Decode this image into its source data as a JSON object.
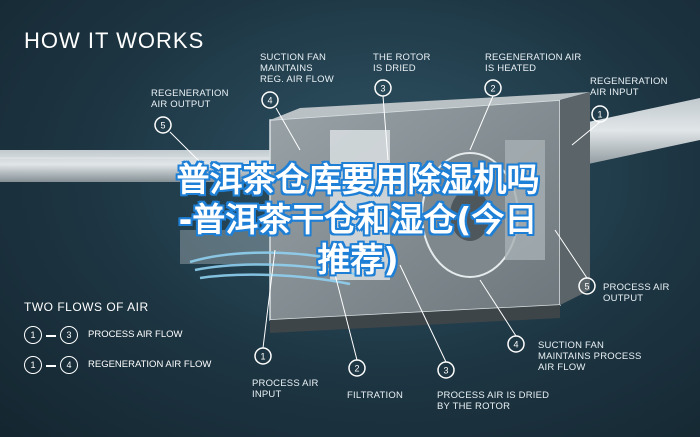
{
  "heading": "HOW IT WORKS",
  "flows_heading": "TWO FLOWS OF AIR",
  "legend": [
    {
      "from": "1",
      "to": "3",
      "label": "PROCESS AIR FLOW"
    },
    {
      "from": "1",
      "to": "4",
      "label": "REGENERATION AIR FLOW"
    }
  ],
  "top_labels": {
    "regen_output": {
      "number": "5",
      "text": "REGENERATION\nAIR OUTPUT"
    },
    "suction_regen": {
      "number": "4",
      "text": "SUCTION FAN\nMAINTAINS\nREG. AIR FLOW"
    },
    "rotor_dried": {
      "number": "3",
      "text": "THE ROTOR\nIS DRIED"
    },
    "regen_heated": {
      "number": "2",
      "text": "REGENERATION AIR\nIS HEATED"
    },
    "regen_input": {
      "number": "1",
      "text": "REGENERATION\nAIR INPUT"
    }
  },
  "bottom_labels": {
    "process_input": {
      "number": "1",
      "text": "PROCESS AIR\nINPUT"
    },
    "filtration": {
      "number": "2",
      "text": "FILTRATION"
    },
    "process_dried": {
      "number": "3",
      "text": "PROCESS AIR IS DRIED\nBY THE ROTOR"
    },
    "suction_process": {
      "number": "4",
      "text": "SUCTION FAN\nMAINTAINS PROCESS\nAIR FLOW"
    },
    "process_output": {
      "number": "5",
      "text": "PROCESS AIR\nOUTPUT"
    }
  },
  "overlay_title": {
    "line1": "普洱茶仓库要用除湿机吗",
    "line2": "-普洱茶干仓和湿仓(今日",
    "line3": "推荐)"
  },
  "colors": {
    "background": "#1d3542",
    "overlay_outline": "#1e7fd6",
    "swirl": "#8fd0f0"
  }
}
